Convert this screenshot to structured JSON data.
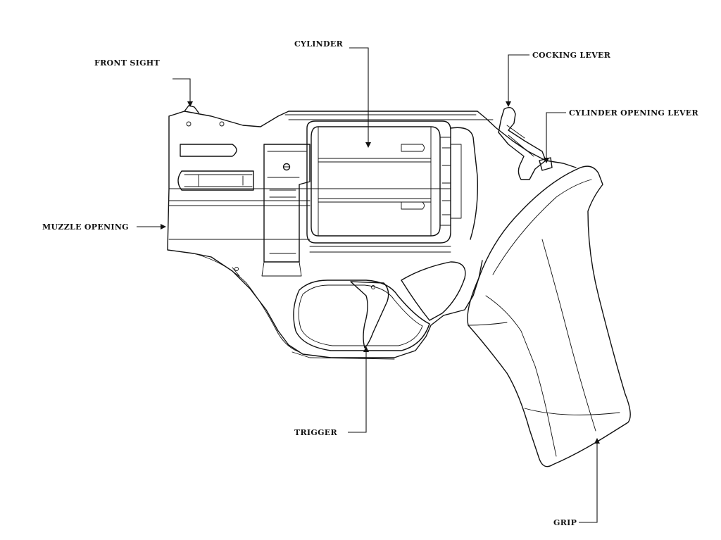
{
  "labels": {
    "front_sight": "FRONT SIGHT",
    "cylinder": "CYLINDER",
    "cocking_lever": "COCKING LEVER",
    "cylinder_opening_lever": "CYLINDER OPENING LEVER",
    "muzzle_opening": "MUZZLE OPENING",
    "trigger": "TRIGGER",
    "grip": "GRIP"
  }
}
